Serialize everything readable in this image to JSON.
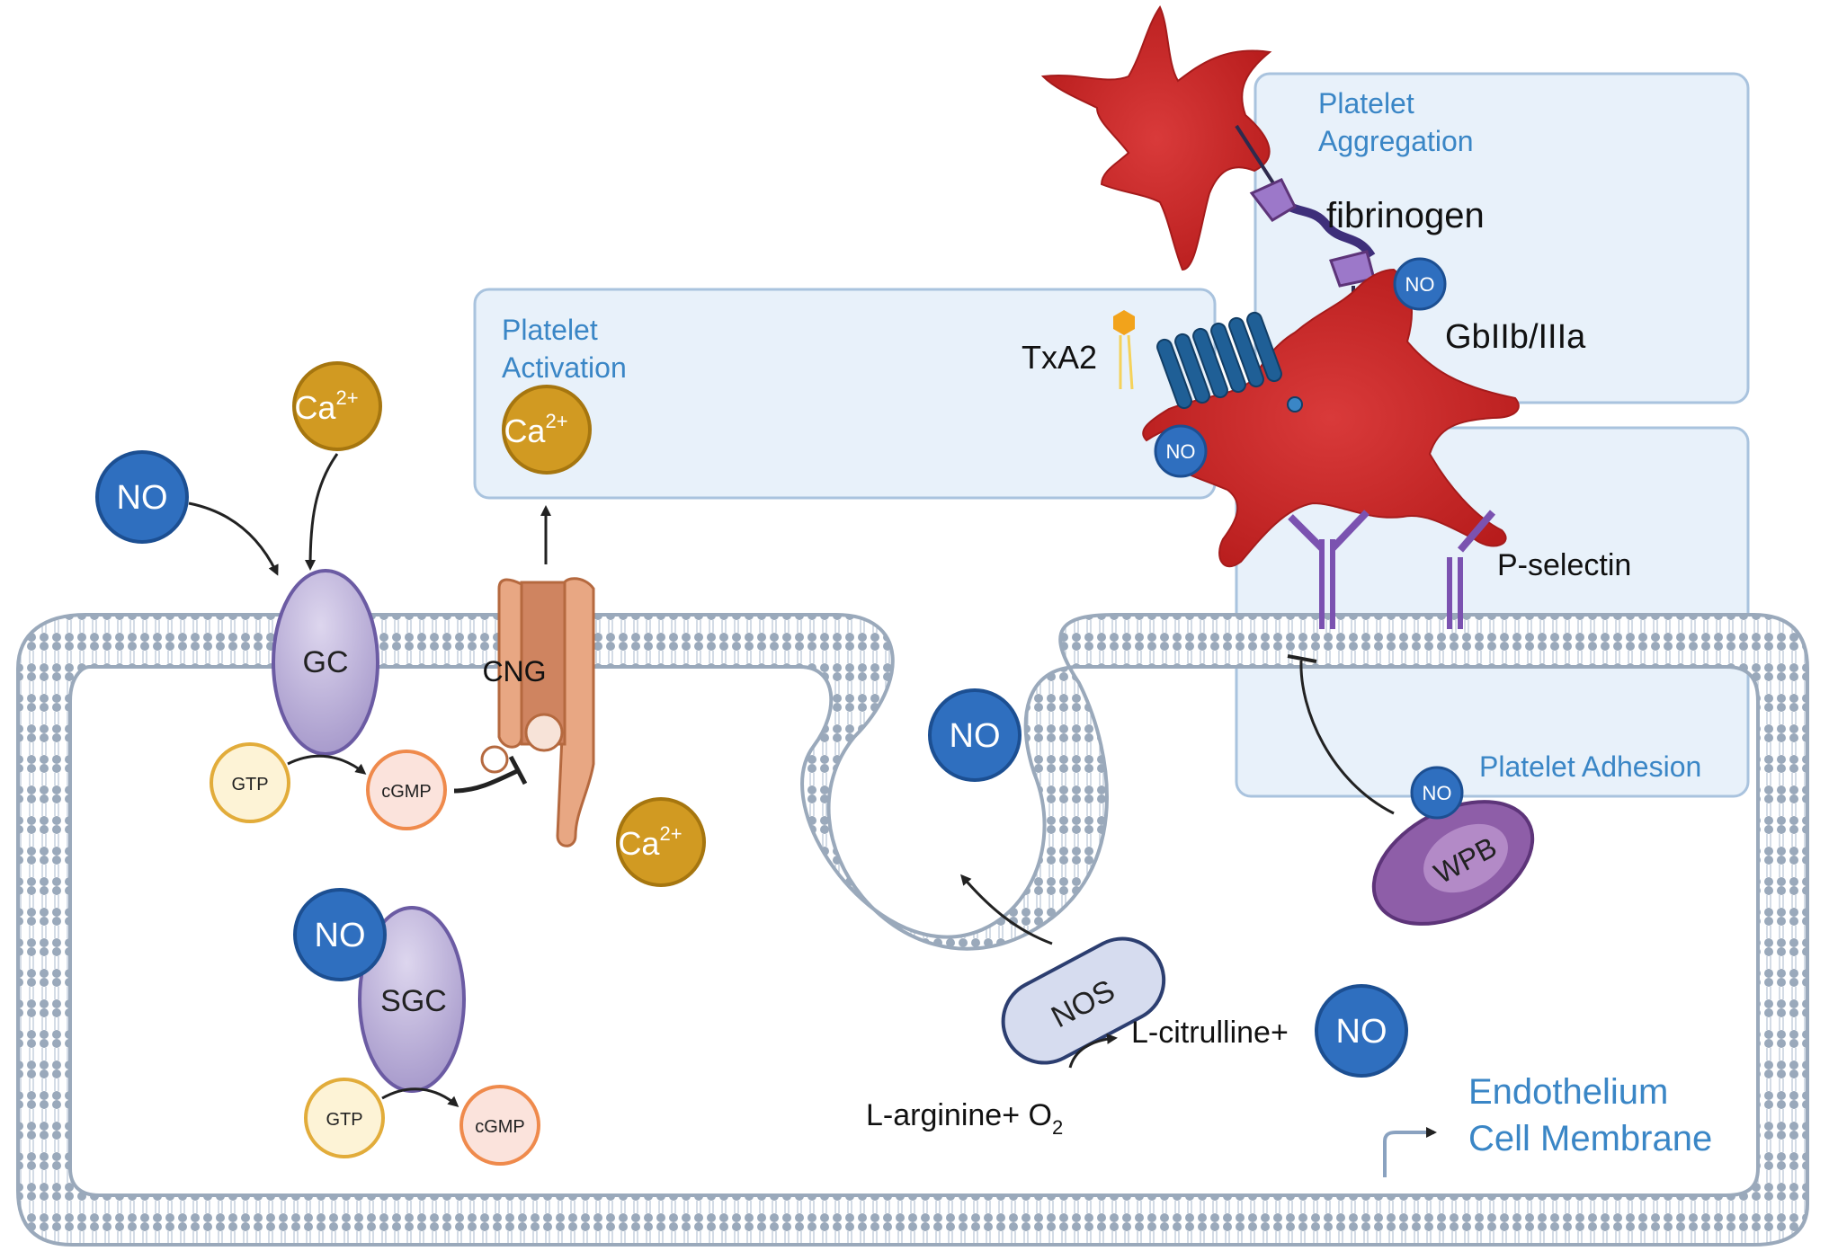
{
  "boxes": {
    "activation": "Platelet\nActivation",
    "activation_l1": "Platelet",
    "activation_l2": "Activation",
    "aggregation_l1": "Platelet",
    "aggregation_l2": "Aggregation",
    "adhesion": "Platelet Adhesion"
  },
  "molecules": {
    "no": "NO",
    "ca": "Ca",
    "ca_sup": "2+",
    "gc": "GC",
    "sgc": "SGC",
    "gtp": "GTP",
    "cgmp": "cGMP",
    "cng": "CNG",
    "nos": "NOS",
    "wpb": "WPB",
    "txa2": "TxA2",
    "fibrinogen": "fibrinogen",
    "gp": "GbIIb/IIIa",
    "pselectin": "P-selectin"
  },
  "reaction": {
    "substrate": "L-arginine+ O",
    "substrate_sub": "2",
    "product": "L-citrulline+"
  },
  "membrane_label": {
    "line1": "Endothelium",
    "line2": "Cell Membrane"
  },
  "colors": {
    "no_fill": "#2f6fbf",
    "ca_fill": "#d19a22",
    "platelet": "#c62828",
    "box_fill": "#e8f1fa",
    "box_stroke": "#a9c3de",
    "membrane_dot": "#9aa9bb",
    "label_blue": "#3a86c6"
  }
}
